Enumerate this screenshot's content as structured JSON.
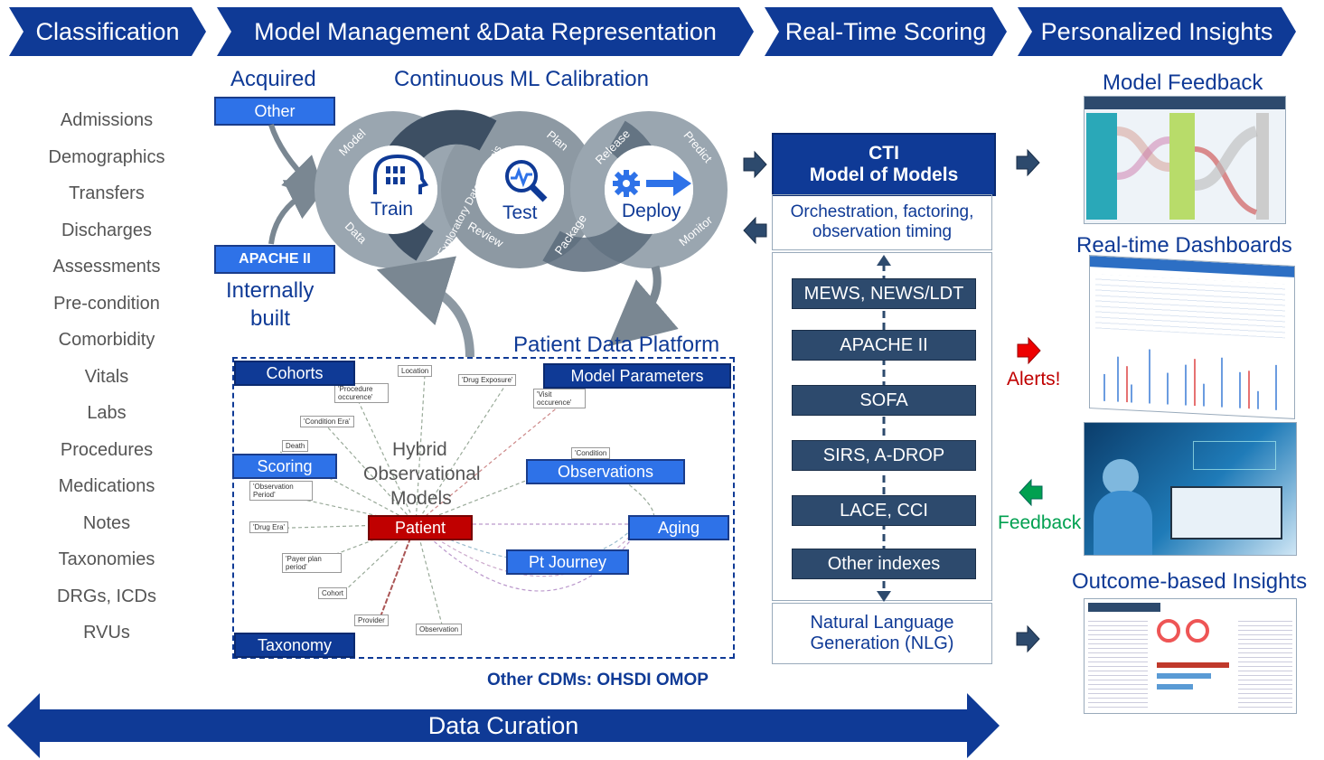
{
  "chevrons": [
    "Classification",
    "Model Management &Data Representation",
    "Real-Time Scoring",
    "Personalized Insights"
  ],
  "classification_items": [
    "Admissions",
    "Demographics",
    "Transfers",
    "Discharges",
    "Assessments",
    "Pre-condition",
    "Comorbidity",
    "Vitals",
    "Labs",
    "Procedures",
    "Medications",
    "Notes",
    "Taxonomies",
    "DRGs, ICDs",
    "RVUs"
  ],
  "model_mgmt": {
    "acquired": "Acquired",
    "other": "Other",
    "apache": "APACHE II",
    "internally_built_1": "Internally",
    "internally_built_2": "built",
    "calibration_title": "Continuous ML Calibration",
    "cycle_labels": {
      "train": "Train",
      "test": "Test",
      "deploy": "Deploy"
    },
    "ring_labels": [
      "Model",
      "Data",
      "Exploratory Data Analysis",
      "Review",
      "Plan",
      "Package",
      "Release",
      "Monitor",
      "Predict"
    ]
  },
  "patient_platform": {
    "title": "Patient Data Platform",
    "cohorts": "Cohorts",
    "model_parameters": "Model Parameters",
    "scoring": "Scoring",
    "observations": "Observations",
    "patient": "Patient",
    "aging": "Aging",
    "pt_journey": "Pt Journey",
    "taxonomy": "Taxonomy",
    "hybrid_1": "Hybrid",
    "hybrid_2": "Observational",
    "hybrid_3": "Models",
    "small_nodes": [
      "Location",
      "'Drug Exposure'",
      "'Procedure occurence'",
      "'Visit occurence'",
      "'Condition Era'",
      "Death",
      "'Condition",
      "'Observation Period'",
      "'Drug Era'",
      "'Payer plan period'",
      "Cohort",
      "Provider",
      "Observation"
    ],
    "other_cdms": "Other CDMs: OHSDI OMOP"
  },
  "real_time": {
    "cti_1": "CTI",
    "cti_2": "Model of Models",
    "orchestration_1": "Orchestration, factoring,",
    "orchestration_2": "observation timing",
    "scores": [
      "MEWS, NEWS/LDT",
      "APACHE II",
      "SOFA",
      "SIRS, A-DROP",
      "LACE, CCI",
      "Other indexes"
    ],
    "nlg_1": "Natural Language",
    "nlg_2": "Generation (NLG)"
  },
  "insights": {
    "model_feedback": "Model Feedback",
    "realtime_dashboards": "Real-time Dashboards",
    "alerts": "Alerts!",
    "feedback": "Feedback",
    "outcome_insights": "Outcome-based Insights"
  },
  "data_curation": "Data Curation",
  "colors": {
    "navy": "#0f3a96",
    "bright": "#2e72e8",
    "slate": "#2d4a6d",
    "red": "#c00000",
    "green": "#00a050"
  }
}
